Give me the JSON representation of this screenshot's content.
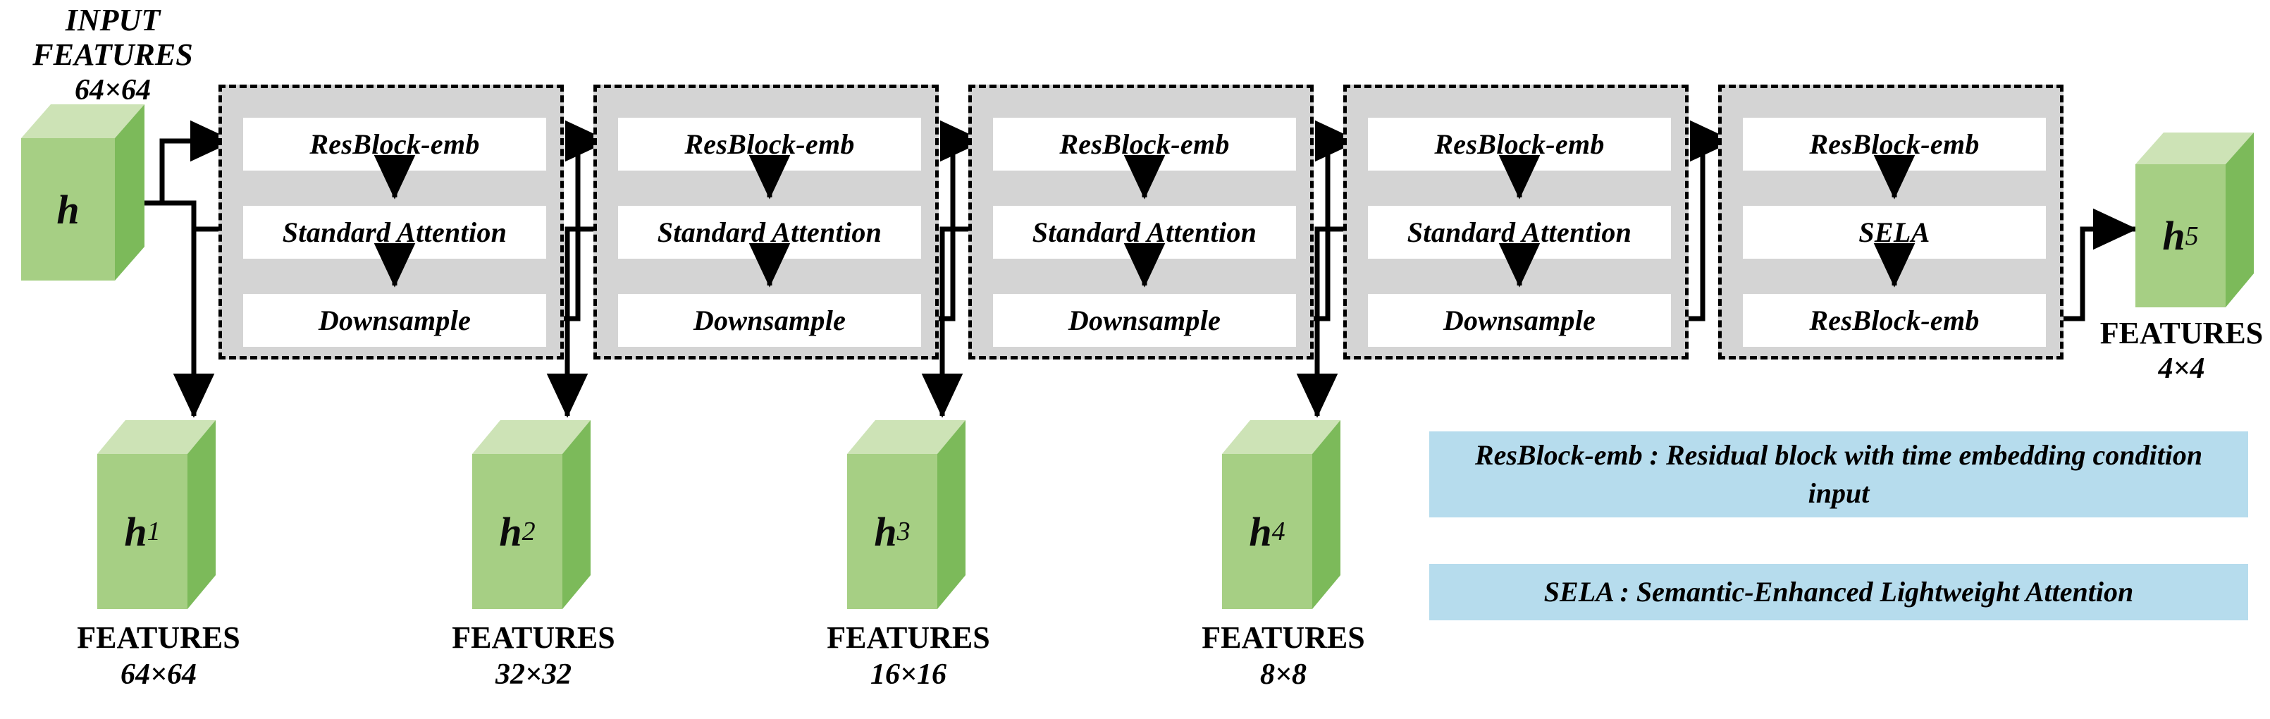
{
  "diagram": {
    "title_input": {
      "line1": "INPUT",
      "line2": "FEATURES",
      "dims": "64×64"
    },
    "colors": {
      "cube_front": "#a6cf84",
      "cube_top": "#cde3b6",
      "cube_side": "#7cba5a",
      "stage_fill": "#d4d4d4",
      "op_fill": "#ffffff",
      "legend_fill": "#b6dced",
      "stroke": "#000000"
    },
    "input_cube": {
      "label": "h",
      "sub": ""
    },
    "stages": [
      {
        "name": "stage-1",
        "ops": [
          "ResBlock-emb",
          "Standard Attention",
          "Downsample"
        ],
        "output": {
          "label": "h",
          "sub": "1",
          "caption": "FEATURES",
          "dims": "64×64"
        }
      },
      {
        "name": "stage-2",
        "ops": [
          "ResBlock-emb",
          "Standard Attention",
          "Downsample"
        ],
        "output": {
          "label": "h",
          "sub": "2",
          "caption": "FEATURES",
          "dims": "32×32"
        }
      },
      {
        "name": "stage-3",
        "ops": [
          "ResBlock-emb",
          "Standard Attention",
          "Downsample"
        ],
        "output": {
          "label": "h",
          "sub": "3",
          "caption": "FEATURES",
          "dims": "16×16"
        }
      },
      {
        "name": "stage-4",
        "ops": [
          "ResBlock-emb",
          "Standard Attention",
          "Downsample"
        ],
        "output": {
          "label": "h",
          "sub": "4",
          "caption": "FEATURES",
          "dims": "8×8"
        }
      },
      {
        "name": "stage-5",
        "ops": [
          "ResBlock-emb",
          "SELA",
          "ResBlock-emb"
        ],
        "output": {
          "label": "h",
          "sub": "5",
          "caption": "FEATURES",
          "dims": "4×4"
        }
      }
    ],
    "legend": [
      {
        "key": "ResBlock-emb",
        "text": "ResBlock-emb :  Residual block with time embedding condition input"
      },
      {
        "key": "SELA",
        "text": "SELA :   Semantic-Enhanced Lightweight Attention"
      }
    ]
  }
}
